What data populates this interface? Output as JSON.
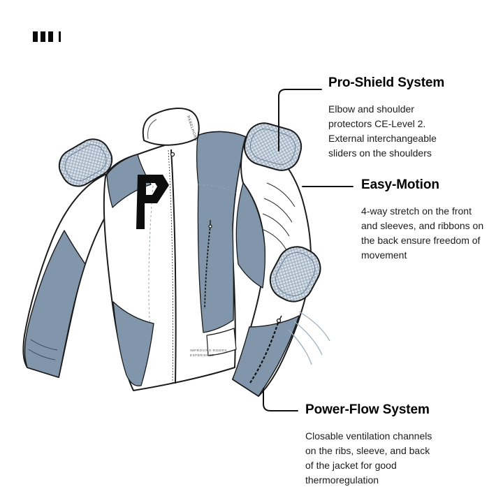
{
  "brand": {
    "collar_text": "REBELHORN",
    "hem_line1": "IMPROVING RIDERS",
    "hem_line2": "EXPERIENCE"
  },
  "callouts": [
    {
      "id": "pro-shield",
      "title": "Pro-Shield System",
      "body": "Elbow and shoulder\nprotectors CE-Level 2.\nExternal interchangeable\nsliders on the shoulders"
    },
    {
      "id": "easy-motion",
      "title": "Easy-Motion",
      "body": "4-way stretch on the front\nand sleeves, and ribbons on\nthe back ensure freedom of\nmovement"
    },
    {
      "id": "power-flow",
      "title": "Power-Flow System",
      "body": "Closable ventilation channels\non the ribs, sleeve, and back\nof the jacket for good\nthermoregulation"
    }
  ],
  "colors": {
    "panel_slate": "#8296ab",
    "outline": "#1b1b1b",
    "pad_fill": "#d7e0e8",
    "pad_hatch": "#8fa2b5",
    "vent_lines": "#9fb0bd",
    "text": "#111111",
    "background": "#ffffff"
  }
}
